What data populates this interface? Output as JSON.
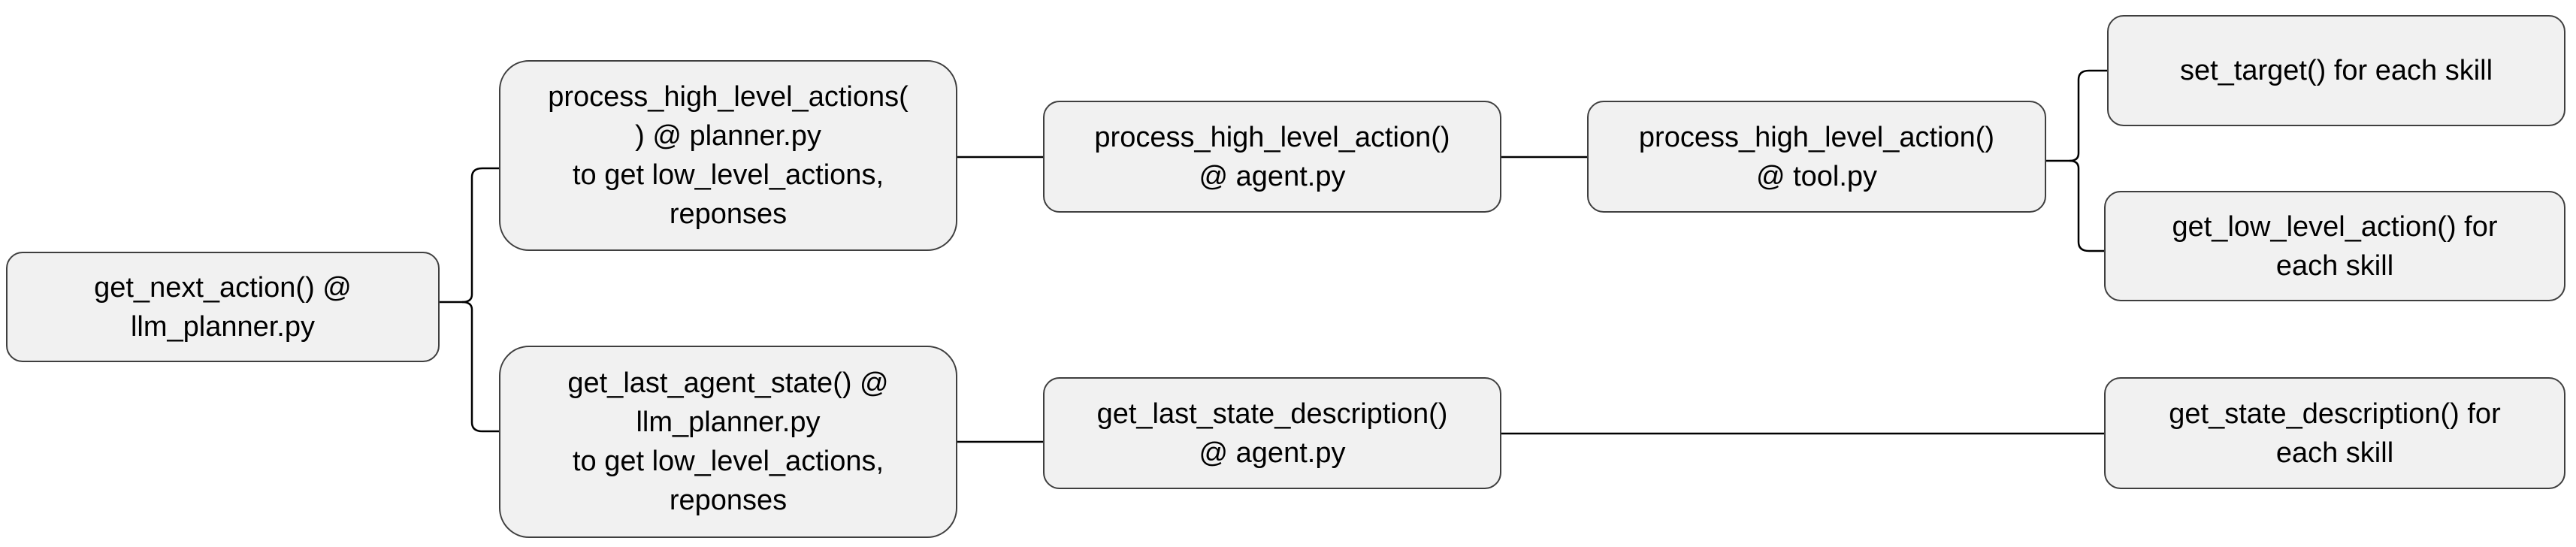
{
  "diagram": {
    "nodes": {
      "get_next_action": "get_next_action() @\nllm_planner.py",
      "process_high_level_actions": "process_high_level_actions(\n) @ planner.py\nto get low_level_actions,\nreponses",
      "get_last_agent_state": "get_last_agent_state() @\nllm_planner.py\nto get low_level_actions,\nreponses",
      "process_high_level_action_agent": "process_high_level_action()\n@ agent.py",
      "get_last_state_description": "get_last_state_description()\n@ agent.py",
      "process_high_level_action_tool": "process_high_level_action()\n@ tool.py",
      "set_target": "set_target() for each skill",
      "get_low_level_action": "get_low_level_action() for\neach skill",
      "get_state_description": "get_state_description() for\neach skill"
    },
    "colors": {
      "box_fill": "#f1f1f1",
      "box_border": "#3f3f3f",
      "connector": "#000000",
      "text": "#000000"
    }
  }
}
